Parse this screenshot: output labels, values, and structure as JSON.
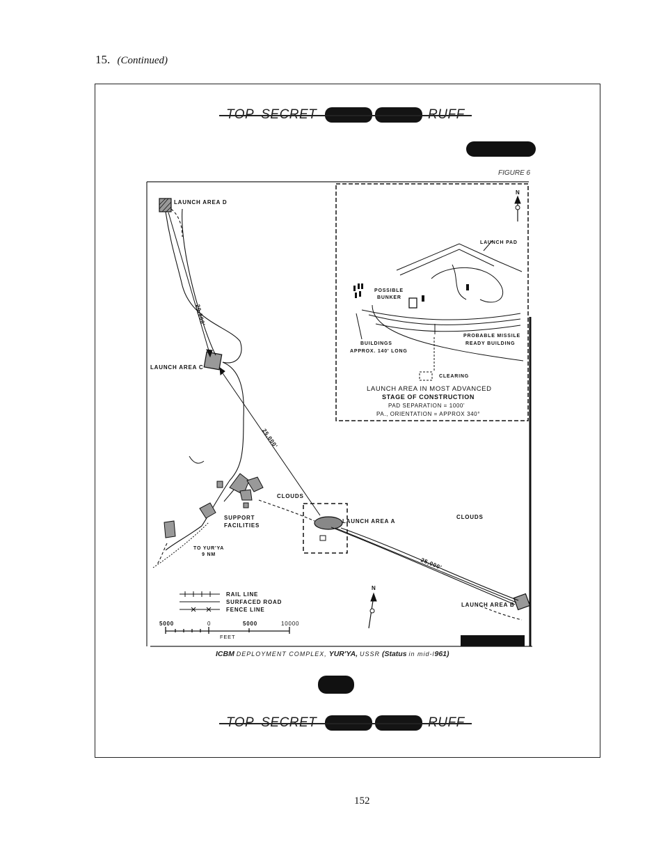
{
  "header": {
    "number": "15.",
    "continued": "(Continued)"
  },
  "classification": {
    "top": {
      "word1": "TOP",
      "word2": "SECRET",
      "word3": "RUFF"
    },
    "bottom": {
      "word1": "TOP",
      "word2": "SECRET",
      "word3": "RUFF"
    }
  },
  "figure_label": "FIGURE 6",
  "map": {
    "launch_area_d": "LAUNCH AREA D",
    "launch_area_c": "LAUNCH AREA C",
    "launch_area_a": "LAUNCH AREA A",
    "launch_area_b": "LAUNCH AREA B",
    "dist_dc": "20,000'",
    "dist_ca": "25,000'",
    "dist_ab": "25,000'",
    "clouds1": "CLOUDS",
    "clouds2": "CLOUDS",
    "support_line1": "SUPPORT",
    "support_line2": "FACILITIES",
    "to_yurya_line1": "TO YUR'YA",
    "to_yurya_line2": "9 NM",
    "legend": {
      "rail": "RAIL LINE",
      "road": "SURFACED ROAD",
      "fence": "FENCE LINE"
    },
    "scale": {
      "left": "5000",
      "zero": "0",
      "mid": "5000",
      "right": "10000",
      "unit": "FEET"
    },
    "north": "N"
  },
  "inset": {
    "north": "N",
    "launch_pad": "LAUNCH PAD",
    "possible": "POSSIBLE",
    "bunker": "BUNKER",
    "buildings_line1": "BUILDINGS",
    "buildings_line2": "APPROX. 140' LONG",
    "probable_line1": "PROBABLE MISSILE",
    "probable_line2": "READY BUILDING",
    "clearing": "CLEARING",
    "note_line1": "LAUNCH AREA IN MOST ADVANCED",
    "note_line2": "STAGE OF CONSTRUCTION",
    "note_line3": "PAD SEPARATION = 1000'",
    "note_line4": "PA., ORIENTATION = APPROX 340°"
  },
  "caption": {
    "part1": "ICBM",
    "part2": "DEPLOYMENT COMPLEX,",
    "part3": "YUR'YA,",
    "part4": "USSR",
    "part5": "(Status",
    "part6": "in mid-l",
    "part7": "961)"
  },
  "page_number": "152"
}
